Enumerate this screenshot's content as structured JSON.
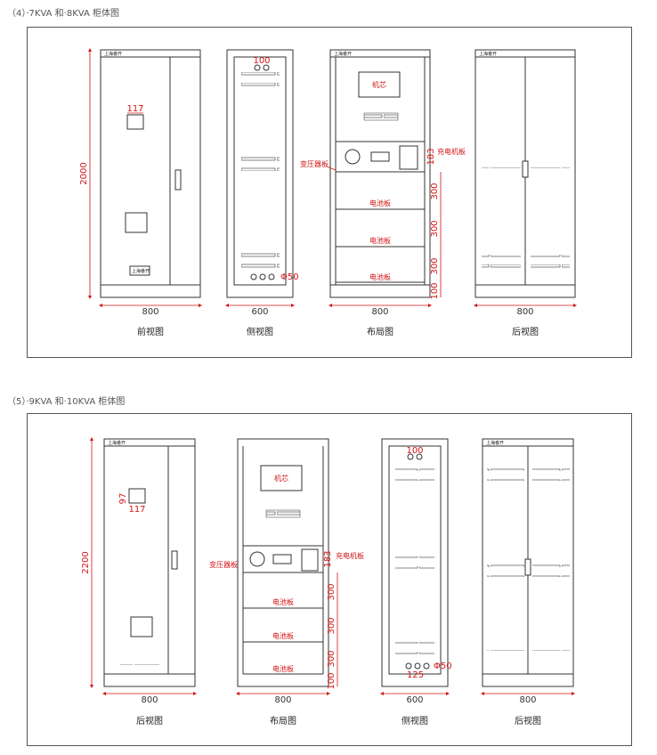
{
  "section1": {
    "title": "（4）·7KVA 和·8KVA 柜体图",
    "captions": [
      "前视图",
      "侧视图",
      "布局图",
      "后视图"
    ],
    "front": {
      "brand": "上海番开",
      "height": "2000",
      "width": "800",
      "window": "117",
      "plate": "上海番开"
    },
    "side": {
      "width": "600",
      "hole": "100",
      "cable": "Φ50"
    },
    "layout": {
      "brand": "上海番开",
      "core": "机芯",
      "transformer": "变压器板",
      "charger": "充电机板",
      "charger_h": "183",
      "battery": "电池板",
      "spacing": "300",
      "base": "100",
      "width": "800"
    },
    "rear": {
      "brand": "上海番开",
      "width": "800"
    }
  },
  "section2": {
    "title": "（5）·9KVA 和·10KVA 柜体图",
    "captions": [
      "后视图",
      "布局图",
      "侧视图",
      "后视图"
    ],
    "front": {
      "brand": "上海番开",
      "height": "2200",
      "width": "800",
      "win_h": "97",
      "win_w": "117"
    },
    "layout": {
      "core": "机芯",
      "transformer": "变压器板",
      "charger": "充电机板",
      "charger_h": "183",
      "battery": "电池板",
      "spacing": "300",
      "base": "100",
      "width": "800"
    },
    "side": {
      "width": "600",
      "hole": "100",
      "cable": "Φ50",
      "small": "125"
    },
    "rear": {
      "brand": "上海番开",
      "width": "800"
    }
  }
}
